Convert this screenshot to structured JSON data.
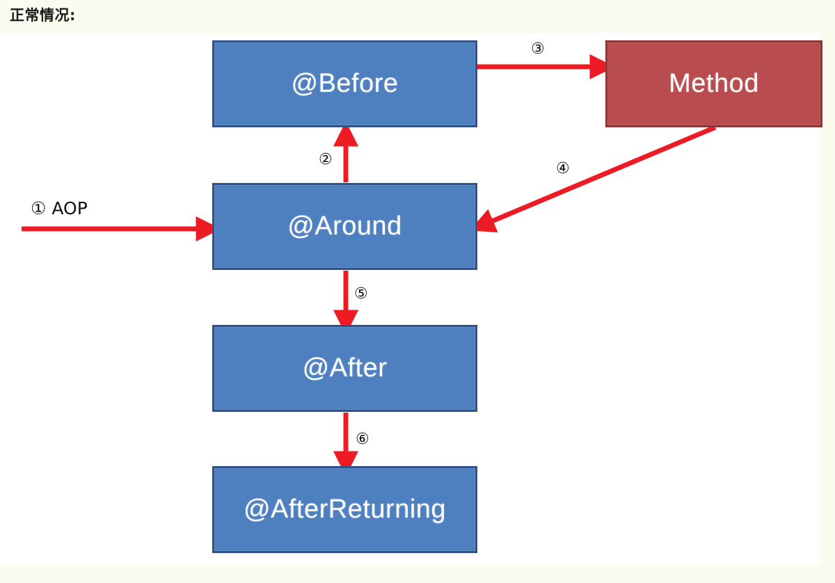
{
  "title": "正常情况:",
  "colors": {
    "page_background": "#fbfbf0",
    "plate_background": "#ffffff",
    "node_blue_fill": "#4e80c0",
    "node_blue_border": "#2f5289",
    "node_red_fill": "#b84c4f",
    "node_red_border": "#8e3538",
    "arrow_red": "#ed1c24",
    "text_dark": "#111111",
    "node_text": "#ffffff"
  },
  "diagram": {
    "type": "flowchart",
    "entry_label": "① AOP",
    "nodes": [
      {
        "id": "before",
        "label": "@Before",
        "kind": "aspect",
        "color": "blue"
      },
      {
        "id": "method",
        "label": "Method",
        "kind": "target",
        "color": "red"
      },
      {
        "id": "around",
        "label": "@Around",
        "kind": "aspect",
        "color": "blue"
      },
      {
        "id": "after",
        "label": "@After",
        "kind": "aspect",
        "color": "blue"
      },
      {
        "id": "afterreturning",
        "label": "@AfterReturning",
        "kind": "aspect",
        "color": "blue"
      }
    ],
    "steps": [
      {
        "marker": "①",
        "from": "entry",
        "to": "around",
        "label": "① AOP"
      },
      {
        "marker": "②",
        "from": "around",
        "to": "before",
        "label": "②"
      },
      {
        "marker": "③",
        "from": "before",
        "to": "method",
        "label": "③"
      },
      {
        "marker": "④",
        "from": "method",
        "to": "around",
        "label": "④"
      },
      {
        "marker": "⑤",
        "from": "around",
        "to": "after",
        "label": "⑤"
      },
      {
        "marker": "⑥",
        "from": "after",
        "to": "afterreturning",
        "label": "⑥"
      }
    ]
  }
}
